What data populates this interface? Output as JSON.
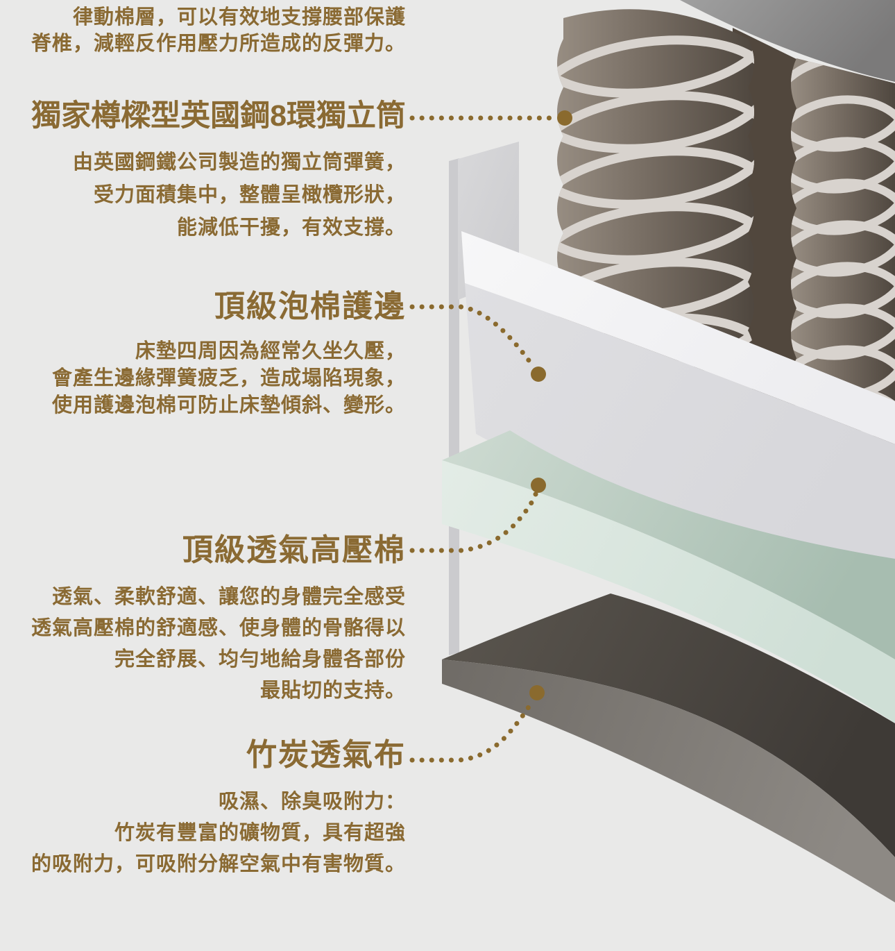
{
  "palette": {
    "background": "#e9e9e8",
    "text_brown": "#8a6a33",
    "leader_brown": "#8a6a2e",
    "top_panel_gray": "#8f8f8f",
    "coil_body_taupe": "#7c7268",
    "coil_wire": "#d8d3ce",
    "coil_gap_shadow": "#51473d",
    "foam_top_white": "#f4f4f6",
    "foam_front_gray": "#dcdcdf",
    "back_wall_gray": "#d3d3d6",
    "mint_top": "#b9ccc0",
    "mint_front": "#dfe9e3",
    "charcoal_top": "#4b4641",
    "charcoal_front": "#7d7974"
  },
  "sections": {
    "intro": {
      "lines": [
        "律動棉層，可以有效地支撐腰部保護",
        "脊椎，減輕反作用壓力所造成的反彈力。"
      ]
    },
    "springs": {
      "heading": "獨家樽樑型英國鋼8環獨立筒",
      "lines": [
        "由英國鋼鐵公司製造的獨立筒彈簧，",
        "受力面積集中，整體呈橄欖形狀，",
        "能減低干擾，有效支撐。"
      ]
    },
    "foam_edge": {
      "heading": "頂級泡棉護邊",
      "lines": [
        "床墊四周因為經常久坐久壓，",
        "會產生邊緣彈簧疲乏，造成塌陷現象，",
        "使用護邊泡棉可防止床墊傾斜、變形。"
      ]
    },
    "pressure_cotton": {
      "heading": "頂級透氣高壓棉",
      "lines": [
        "透氣、柔軟舒適、讓您的身體完全感受",
        "透氣高壓棉的舒適感、使身體的骨骼得以",
        "完全舒展、均勻地給身體各部份",
        "最貼切的支持。"
      ]
    },
    "bamboo": {
      "heading": "竹炭透氣布",
      "lines": [
        "吸濕、除臭吸附力：",
        "竹炭有豐富的礦物質，具有超強",
        "的吸附力，可吸附分解空氣中有害物質。"
      ]
    }
  },
  "illustration": {
    "layers": [
      {
        "name": "pocket-spring-coils",
        "section": "springs"
      },
      {
        "name": "foam-edge-box",
        "section": "foam_edge"
      },
      {
        "name": "breathable-cotton-sheet",
        "section": "pressure_cotton"
      },
      {
        "name": "bamboo-charcoal-sheet",
        "section": "bamboo"
      }
    ]
  }
}
